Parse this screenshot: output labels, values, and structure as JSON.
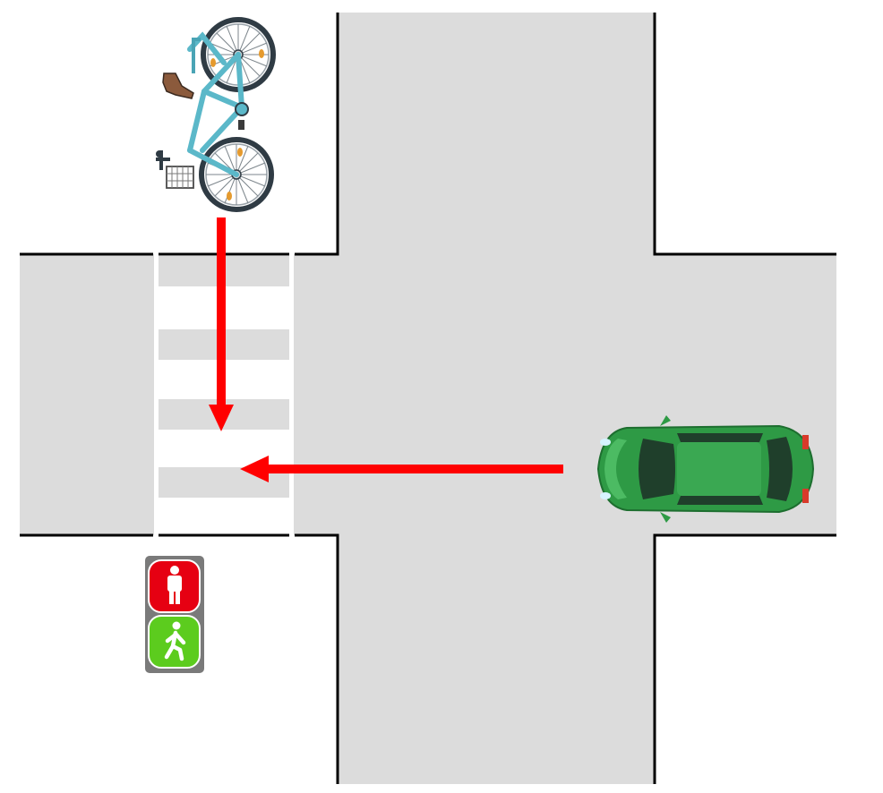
{
  "scene": {
    "type": "intersection-diagram",
    "road_color": "#dcdcdc",
    "curb_color": "#000000",
    "background": "#ffffff"
  },
  "crosswalk": {
    "stripe_count": 4,
    "stripe_color": "#dcdcdc",
    "base_color": "#ffffff"
  },
  "bicycle": {
    "icon": "bicycle-icon",
    "frame_color": "#5bb8c9",
    "heading": "south"
  },
  "car": {
    "icon": "car-icon",
    "body_color": "#2e9a45",
    "heading": "west"
  },
  "arrows": {
    "color": "#ff0000",
    "bicycle_path": "south",
    "car_path": "west"
  },
  "pedestrian_signal": {
    "housing_color": "#7a7a7a",
    "top_lamp": {
      "state": "stop",
      "icon": "standing-pedestrian-icon",
      "color": "#e60012"
    },
    "bottom_lamp": {
      "state": "walk",
      "icon": "walking-pedestrian-icon",
      "color": "#5ccc1e"
    }
  }
}
